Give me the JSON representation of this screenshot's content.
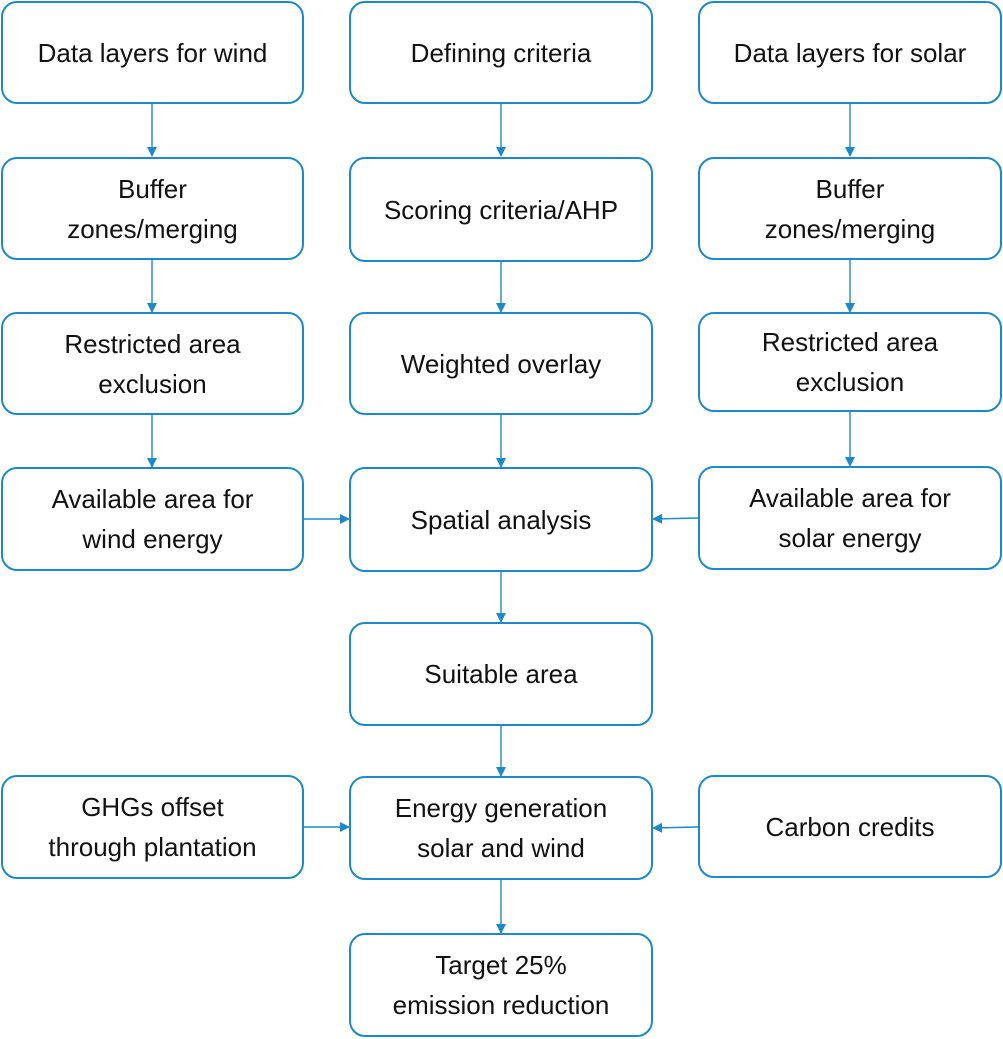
{
  "accent_color": "#1e88c8",
  "nodes": {
    "data_wind": "Data layers for wind",
    "defining_criteria": "Defining criteria",
    "data_solar": "Data layers for solar",
    "buffer_wind": "Buffer\nzones/merging",
    "scoring_criteria": "Scoring criteria/AHP",
    "buffer_solar": "Buffer\nzones/merging",
    "restricted_wind": "Restricted area\nexclusion",
    "weighted_overlay": "Weighted overlay",
    "restricted_solar": "Restricted area\nexclusion",
    "available_wind": "Available area for\nwind energy",
    "spatial_analysis": "Spatial analysis",
    "available_solar": "Available area for\nsolar energy",
    "suitable_area": "Suitable area",
    "ghg_offset": "GHGs offset\nthrough plantation",
    "energy_generation": "Energy generation\nsolar and wind",
    "carbon_credits": "Carbon credits",
    "target": "Target 25%\nemission reduction"
  }
}
